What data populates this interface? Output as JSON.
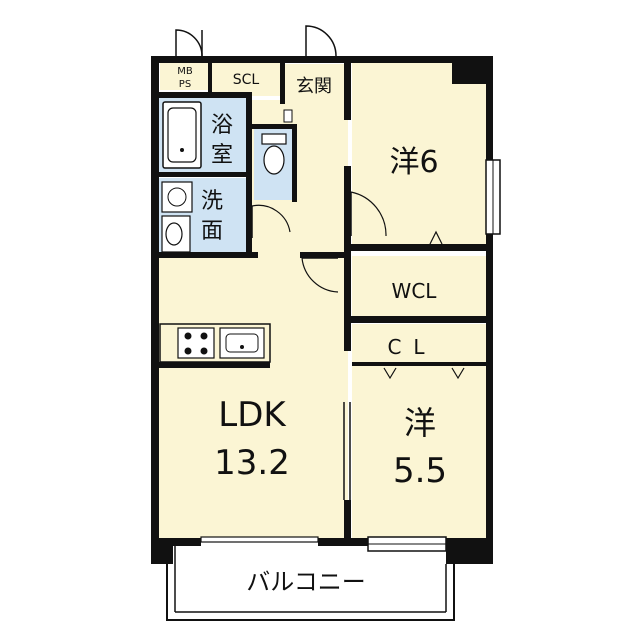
{
  "floorplan": {
    "rooms": {
      "mbps_line1": "MB",
      "mbps_line2": "PS",
      "scl": "SCL",
      "entrance": "玄関",
      "bath_line1": "浴",
      "bath_line2": "室",
      "washroom_line1": "洗",
      "washroom_line2": "面",
      "western6": "洋6",
      "wcl": "WCL",
      "cl": "CL",
      "ldk_line1": "LDK",
      "ldk_line2": "13.2",
      "western55_line1": "洋",
      "western55_line2": "5.5",
      "balcony": "バルコニー"
    }
  }
}
